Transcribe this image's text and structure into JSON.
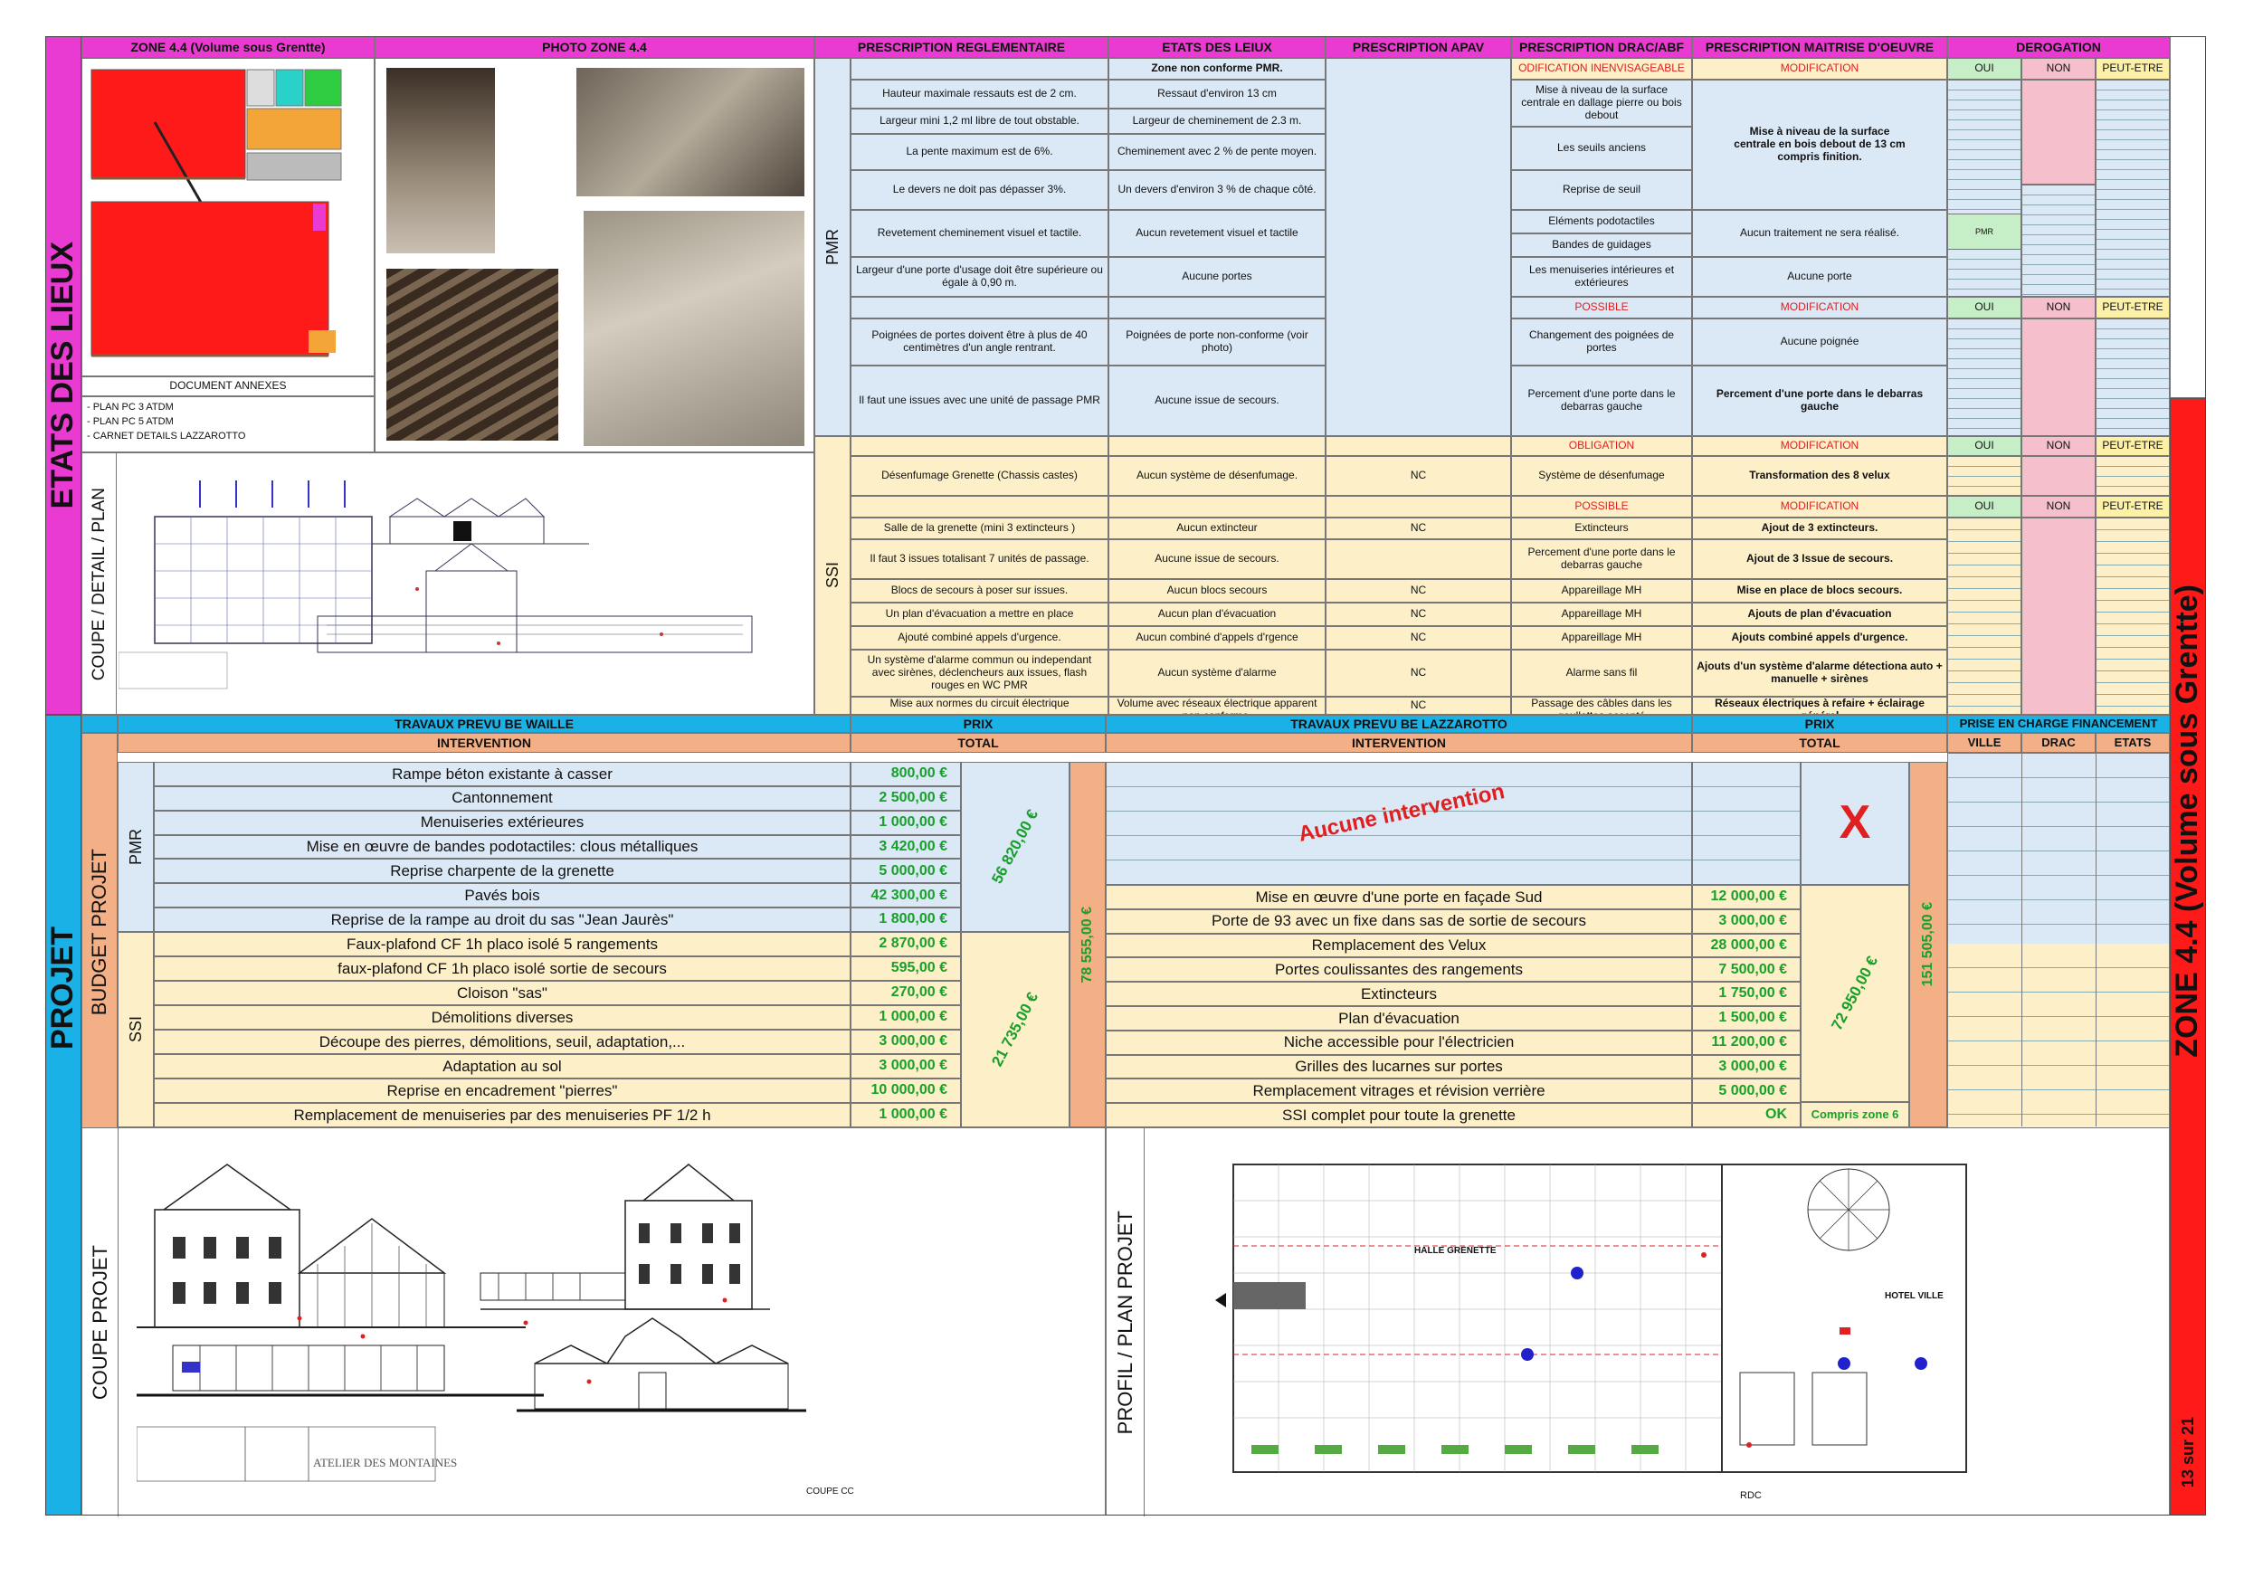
{
  "side": {
    "etats": "ETATS DES LIEUX",
    "projet": "PROJET",
    "budget": "BUDGET PROJET",
    "coupe_detail": "COUPE / DETAIL / PLAN",
    "coupe_projet": "COUPE PROJET",
    "profil_plan": "PROFIL / PLAN PROJET",
    "zone_title": "ZONE 4.4 (Volume sous Grentte)",
    "page": "13 sur 21",
    "pmr": "PMR",
    "ssi": "SSI"
  },
  "top": {
    "zone_header": "ZONE 4.4 (Volume sous Grentte)",
    "photo_header": "PHOTO ZONE 4.4",
    "doc_annexes": "DOCUMENT ANNEXES",
    "annexes": [
      "- PLAN PC 3 ATDM",
      "- PLAN PC 5 ATDM",
      "- CARNET DETAILS LAZZAROTTO"
    ],
    "cols": {
      "prescription": "PRESCRIPTION REGLEMENTAIRE",
      "etats": "ETATS DES LEIUX",
      "apav": "PRESCRIPTION APAV",
      "drac": "PRESCRIPTION DRAC/ABF",
      "moe": "PRESCRIPTION MAITRISE D'OEUVRE",
      "derogation": "DEROGATION"
    }
  },
  "pmr_rows": {
    "status": {
      "etat": "Zone non conforme PMR.",
      "drac": "ODIFICATION INENVISAGEABLE",
      "moe": "MODIFICATION",
      "oui": "OUI",
      "non": "NON",
      "peut": "PEUT-ETRE"
    },
    "r1": {
      "p": "Hauteur maximale ressauts est de 2 cm.",
      "e": "Ressaut d'environ 13 cm",
      "d": "Mise à niveau de la surface centrale en dallage pierre ou bois debout"
    },
    "r2": {
      "p": "Largeur mini 1,2 ml libre de tout obstable.",
      "e": "Largeur de cheminement de 2.3 m."
    },
    "r3": {
      "p": "La pente maximum est de 6%.",
      "e": "Cheminement avec 2 % de pente moyen.",
      "d": "Les seuils anciens"
    },
    "r4": {
      "p": "Le devers ne doit pas dépasser 3%.",
      "e": "Un devers d'environ 3 % de chaque côté.",
      "d": "Reprise de seuil"
    },
    "moe_merged": "Mise à niveau de la surface centrale en bois debout de 13 cm compris finition.",
    "r5": {
      "p": "Revetement cheminement visuel et tactile.",
      "e": "Aucun revetement  visuel et tactile",
      "d1": "Eléments podotactiles",
      "d2": "Bandes de guidages",
      "m": "Aucun traitement ne sera réalisé.",
      "tag": "PMR"
    },
    "r6": {
      "p": "Largeur d'une porte d'usage doit être supérieure ou égale à 0,90 m.",
      "e": "Aucune portes",
      "d": "Les menuiseries intérieures et extérieures",
      "m": "Aucune porte"
    },
    "status2": {
      "drac": "POSSIBLE",
      "moe": "MODIFICATION",
      "oui": "OUI",
      "non": "NON",
      "peut": "PEUT-ETRE"
    },
    "r7": {
      "p": "Poignées de portes doivent être à plus de 40 centimètres d'un angle rentrant.",
      "e": "Poignées de porte non-conforme (voir photo)",
      "d": "Changement des poignées de portes",
      "m": "Aucune poignée"
    },
    "r8": {
      "p": "Il faut une issues avec une unité de passage PMR",
      "e": "Aucune issue de secours.",
      "d": "Percement d'une porte dans le debarras gauche",
      "m": "Percement d'une porte dans le debarras gauche"
    }
  },
  "ssi_rows": {
    "status": {
      "drac": "OBLIGATION",
      "moe": "MODIFICATION",
      "oui": "OUI",
      "non": "NON",
      "peut": "PEUT-ETRE"
    },
    "r1": {
      "p": "Désenfumage Grenette (Chassis castes)",
      "e": "Aucun système de désenfumage.",
      "a": "NC",
      "d": "Système de désenfumage",
      "m": "Transformation des 8 velux"
    },
    "status2": {
      "drac": "POSSIBLE",
      "moe": "MODIFICATION",
      "oui": "OUI",
      "non": "NON",
      "peut": "PEUT-ETRE"
    },
    "r2": {
      "p": "Salle de la grenette (mini 3 extincteurs )",
      "e": "Aucun extincteur",
      "a": "NC",
      "d": "Extincteurs",
      "m": "Ajout de 3 extincteurs."
    },
    "r3": {
      "p": "Il faut 3 issues totalisant  7 unités de passage.",
      "e": "Aucune issue de secours.",
      "d": "Percement d'une porte dans le debarras gauche",
      "m": "Ajout de 3 Issue de secours."
    },
    "r4": {
      "p": "Blocs de secours à poser sur issues.",
      "e": "Aucun blocs secours",
      "a": "NC",
      "d": "Appareillage MH",
      "m": "Mise en place de blocs secours."
    },
    "r5": {
      "p": "Un plan d'évacuation a mettre en place",
      "e": "Aucun plan d'évacuation",
      "a": "NC",
      "d": "Appareillage MH",
      "m": "Ajouts de plan d'évacuation"
    },
    "r6": {
      "p": "Ajouté combiné appels d'urgence.",
      "e": "Aucun combiné d'appels d'rgence",
      "a": "NC",
      "d": "Appareillage MH",
      "m": "Ajouts combiné appels d'urgence."
    },
    "r7": {
      "p": "Un système d'alarme commun ou independant  avec sirènes, déclencheurs aux issues, flash rouges en WC PMR",
      "e": "Aucun système d'alarme",
      "a": "NC",
      "d": "Alarme sans fil",
      "m": "Ajouts d'un système d'alarme détectiona auto + manuelle + sirènes"
    },
    "r8": {
      "p": "Mise aux normes du circuit électrique",
      "e": "Volume avec réseaux électrique apparent non conforme.",
      "a": "NC",
      "d": "Passage des câbles dans les goullottes accepté",
      "m": "Réseaux électriques à refaire + éclairage général"
    }
  },
  "budget": {
    "waille_header": "TRAVAUX PREVU BE WAILLE",
    "prix": "PRIX",
    "lazz_header": "TRAVAUX PREVU BE LAZZAROTTO",
    "prix2": "PRIX",
    "financement": "PRISE EN CHARGE FINANCEMENT",
    "intervention": "INTERVENTION",
    "total": "TOTAL",
    "intervention2": "INTERVENTION",
    "total2": "TOTAL",
    "ville": "VILLE",
    "drac": "DRAC",
    "etats": "ETATS",
    "waille_pmr": [
      {
        "label": "Rampe béton existante à casser",
        "price": "800,00 €"
      },
      {
        "label": "Cantonnement",
        "price": "2 500,00 €"
      },
      {
        "label": "Menuiseries extérieures",
        "price": "1 000,00 €"
      },
      {
        "label": "Mise en œuvre de bandes podotactiles: clous métalliques",
        "price": "3 420,00 €"
      },
      {
        "label": "Reprise charpente de la grenette",
        "price": "5 000,00 €"
      },
      {
        "label": "Pavés bois",
        "price": "42 300,00 €"
      },
      {
        "label": "Reprise de la rampe au droit du sas \"Jean Jaurès\"",
        "price": "1 800,00 €"
      }
    ],
    "waille_ssi": [
      {
        "label": "Faux-plafond CF 1h placo isolé 5 rangements",
        "price": "2 870,00 €"
      },
      {
        "label": "faux-plafond CF 1h placo isolé sortie de secours",
        "price": "595,00 €"
      },
      {
        "label": "Cloison \"sas\"",
        "price": "270,00 €"
      },
      {
        "label": "Démolitions diverses",
        "price": "1 000,00 €"
      },
      {
        "label": "Découpe des pierres, démolitions, seuil, adaptation,...",
        "price": "3 000,00 €"
      },
      {
        "label": "Adaptation au sol",
        "price": "3 000,00 €"
      },
      {
        "label": "Reprise en encadrement \"pierres\"",
        "price": "10 000,00 €"
      },
      {
        "label": "Remplacement de menuiseries par des menuiseries PF 1/2 h",
        "price": "1 000,00 €"
      }
    ],
    "waille_pmr_total": "56 820,00 €",
    "waille_ssi_total": "21 735,00 €",
    "waille_total": "78 555,00 €",
    "aucune": "Aucune intervention",
    "x": "X",
    "lazz_ssi": [
      {
        "label": "Mise en œuvre d'une porte en façade Sud",
        "price": "12 000,00 €"
      },
      {
        "label": "Porte de 93 avec un fixe dans sas de sortie de secours",
        "price": "3 000,00 €"
      },
      {
        "label": "Remplacement des Velux",
        "price": "28 000,00 €"
      },
      {
        "label": "Portes coulissantes des rangements",
        "price": "7 500,00 €"
      },
      {
        "label": "Extincteurs",
        "price": "1 750,00 €"
      },
      {
        "label": "Plan d'évacuation",
        "price": "1 500,00 €"
      },
      {
        "label": "Niche accessible pour l'électricien",
        "price": "11 200,00 €"
      },
      {
        "label": "Grilles des lucarnes sur portes",
        "price": "3 000,00 €"
      },
      {
        "label": "Remplacement vitrages et révision verrière",
        "price": "5 000,00 €"
      },
      {
        "label": "SSI complet pour toute la grenette",
        "price": "OK"
      }
    ],
    "compris": "Compris zone 6",
    "lazz_ssi_total": "72 950,00 €",
    "lazz_total": "151 505,00 €"
  },
  "plan_labels": {
    "halle": "HALLE GRENETTE",
    "hotel": "HOTEL VILLE",
    "rdc": "RDC",
    "coupe_cc": "COUPE CC",
    "atelier": "ATELIER DES MONTAINES"
  },
  "colors": {
    "magenta": "#e93ad1",
    "blue": "#19b1e6",
    "red": "#ff1a1a",
    "green": "#17a02a",
    "salmon": "#f3b086",
    "cream": "#fdefc8",
    "lightblue": "#dbe8f5"
  }
}
